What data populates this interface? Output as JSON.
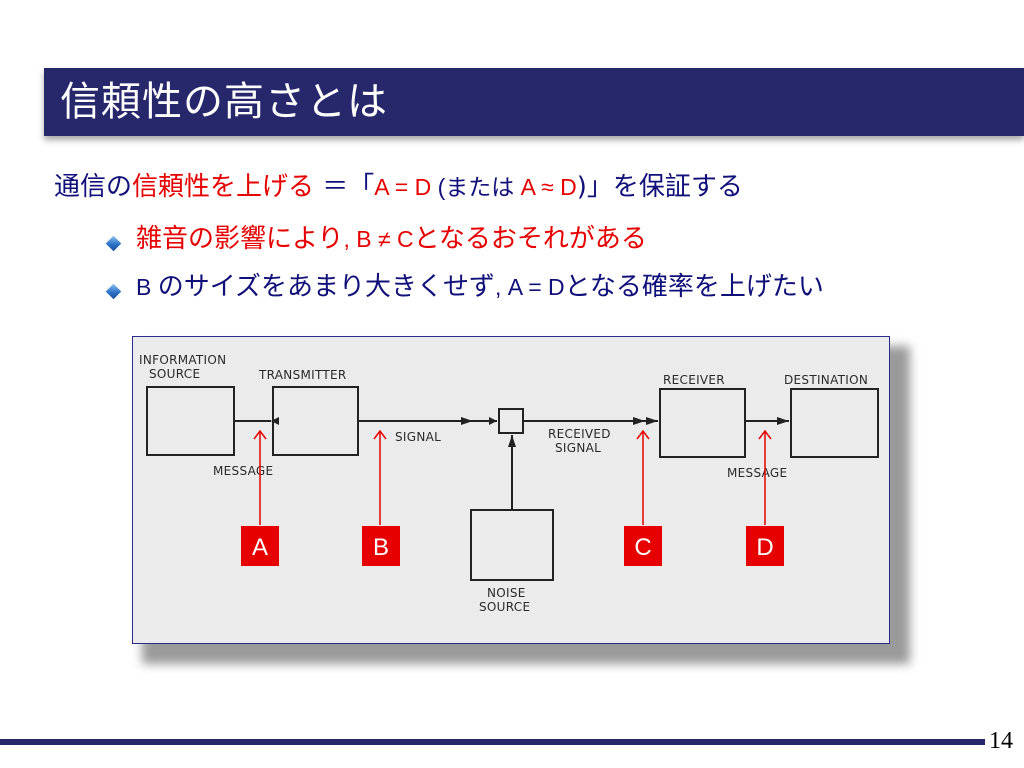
{
  "slide": {
    "title": "信頼性の高さとは",
    "page_number": "14"
  },
  "body": {
    "line1": {
      "s1": "通信の",
      "s2": "信頼性を上げる",
      "s3": " ＝「",
      "s4": "A = D",
      "s5": " (または ",
      "s6": "A ≈ D",
      "s7": ")」を保証する"
    },
    "bullet1": {
      "s1": "雑音の影響により",
      "s2": ", B ≠ C",
      "s3": "となるおそれがある"
    },
    "bullet2": {
      "s1": "B ",
      "s2": "のサイズをあまり大きくせず",
      "s3": ", A = D",
      "s4": "となる確率を上げたい"
    }
  },
  "diagram": {
    "labels": {
      "information_source_1": "INFORMATION",
      "information_source_2": "SOURCE",
      "transmitter": "TRANSMITTER",
      "receiver": "RECEIVER",
      "destination": "DESTINATION",
      "signal": "SIGNAL",
      "received_signal_1": "RECEIVED",
      "received_signal_2": "SIGNAL",
      "message_left": "MESSAGE",
      "message_right": "MESSAGE",
      "noise_source_1": "NOISE",
      "noise_source_2": "SOURCE"
    },
    "markers": [
      "A",
      "B",
      "C",
      "D"
    ],
    "colors": {
      "marker": "#e60000",
      "line": "#222222"
    }
  },
  "colors": {
    "title_bar": "#27276c",
    "text_blue": "#10107a",
    "text_red": "#e60000"
  }
}
